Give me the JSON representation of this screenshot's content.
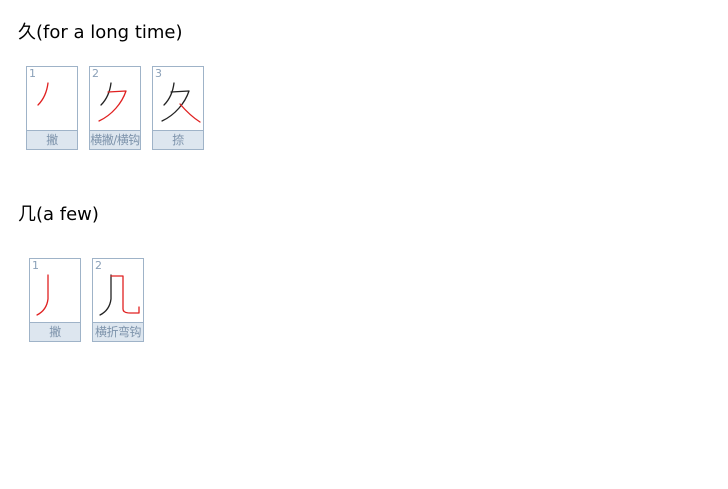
{
  "sections": [
    {
      "char": "久",
      "meaning": "(for a long time)",
      "strokes": [
        {
          "num": "1",
          "name": "撇"
        },
        {
          "num": "2",
          "name": "横撇/横钩"
        },
        {
          "num": "3",
          "name": "捺"
        }
      ]
    },
    {
      "char": "几",
      "meaning": "(a few)",
      "strokes": [
        {
          "num": "1",
          "name": "撇"
        },
        {
          "num": "2",
          "name": "横折弯钩"
        }
      ]
    }
  ],
  "colors": {
    "new_stroke": "#e02020",
    "old_stroke": "#222222",
    "card_border": "#9fb3c8",
    "label_bg": "#dde6ef"
  }
}
